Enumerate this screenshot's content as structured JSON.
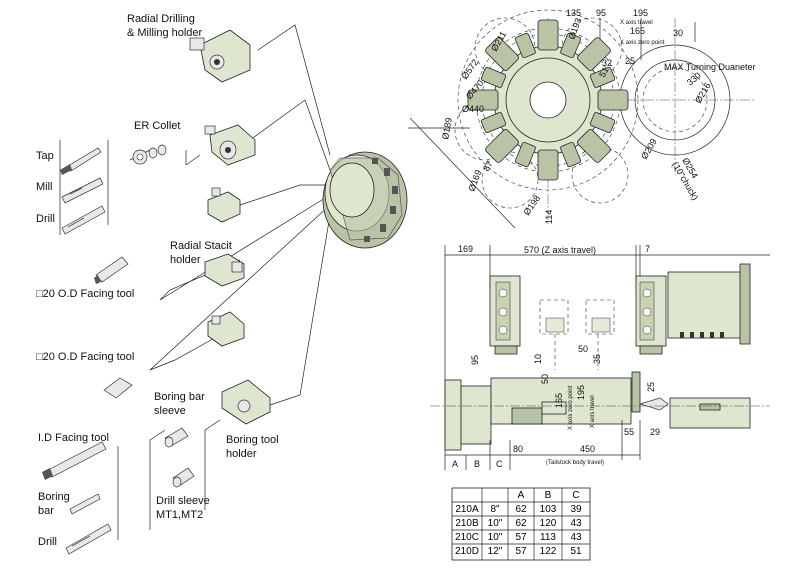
{
  "labels": {
    "radial_drilling": [
      "Radial Drilling",
      "& Milling holder"
    ],
    "er_collet": "ER Collet",
    "tap": "Tap",
    "mill": "Mill",
    "drill_top": "Drill",
    "radial_static": [
      "Radial Stacit",
      "holder"
    ],
    "od_facing_1": "□20 O.D Facing tool",
    "od_facing_2": "□20 O.D Facing tool",
    "boring_sleeve": [
      "Boring bar",
      "sleeve"
    ],
    "boring_holder": [
      "Boring tool",
      "holder"
    ],
    "id_facing": "I.D Facing tool",
    "boring_bar": [
      "Boring",
      "bar"
    ],
    "drill_sleeve": [
      "Drill sleeve",
      "MT1,MT2"
    ],
    "drill_bottom": "Drill"
  },
  "turret_dims": {
    "d135": "135",
    "d95": "95",
    "d195": "195",
    "x_travel": "X axis travel",
    "d165": "165",
    "x_zero": "X axis zero point",
    "d30": "30",
    "d25": "25",
    "max_turning": "MAX Turning Duaneter",
    "d330": "330",
    "d216": "Ø216",
    "d211": "Ø211",
    "d193": "Ø193",
    "d572": "Ø572",
    "d470": "Ø470",
    "d440": "Ø440",
    "d189": "Ø189",
    "d87": "87",
    "d169": "Ø169",
    "d198": "Ø198",
    "d114": "114",
    "d209": "Ø209",
    "d254": "Ø254",
    "chuck10": "(10\"chuck)",
    "d51": "51",
    "d32": "32"
  },
  "side_dims": {
    "d169": "169",
    "z_travel": "570 (Z axis travel)",
    "d7": "7",
    "d95": "95",
    "d10": "10",
    "d50a": "50",
    "d35": "35",
    "d50b": "50",
    "d165": "165",
    "d195": "195",
    "x_zero": "X axis zero point",
    "x_travel": "X axis travel",
    "d25": "25",
    "d80": "80",
    "d450": "450",
    "d55": "55",
    "d29": "29",
    "tailstock": "(Tailstock body travel)",
    "A": "A",
    "B": "B",
    "C": "C"
  },
  "table": {
    "headers": [
      "",
      "",
      "A",
      "B",
      "C"
    ],
    "rows": [
      [
        "210A",
        "8\"",
        "62",
        "103",
        "39"
      ],
      [
        "210B",
        "10\"",
        "62",
        "120",
        "43"
      ],
      [
        "210C",
        "10\"",
        "57",
        "113",
        "43"
      ],
      [
        "210D",
        "12\"",
        "57",
        "122",
        "51"
      ]
    ]
  },
  "colors": {
    "part_fill": "#dfe6cf",
    "part_dark": "#b9c4a6",
    "line": "#222222"
  }
}
